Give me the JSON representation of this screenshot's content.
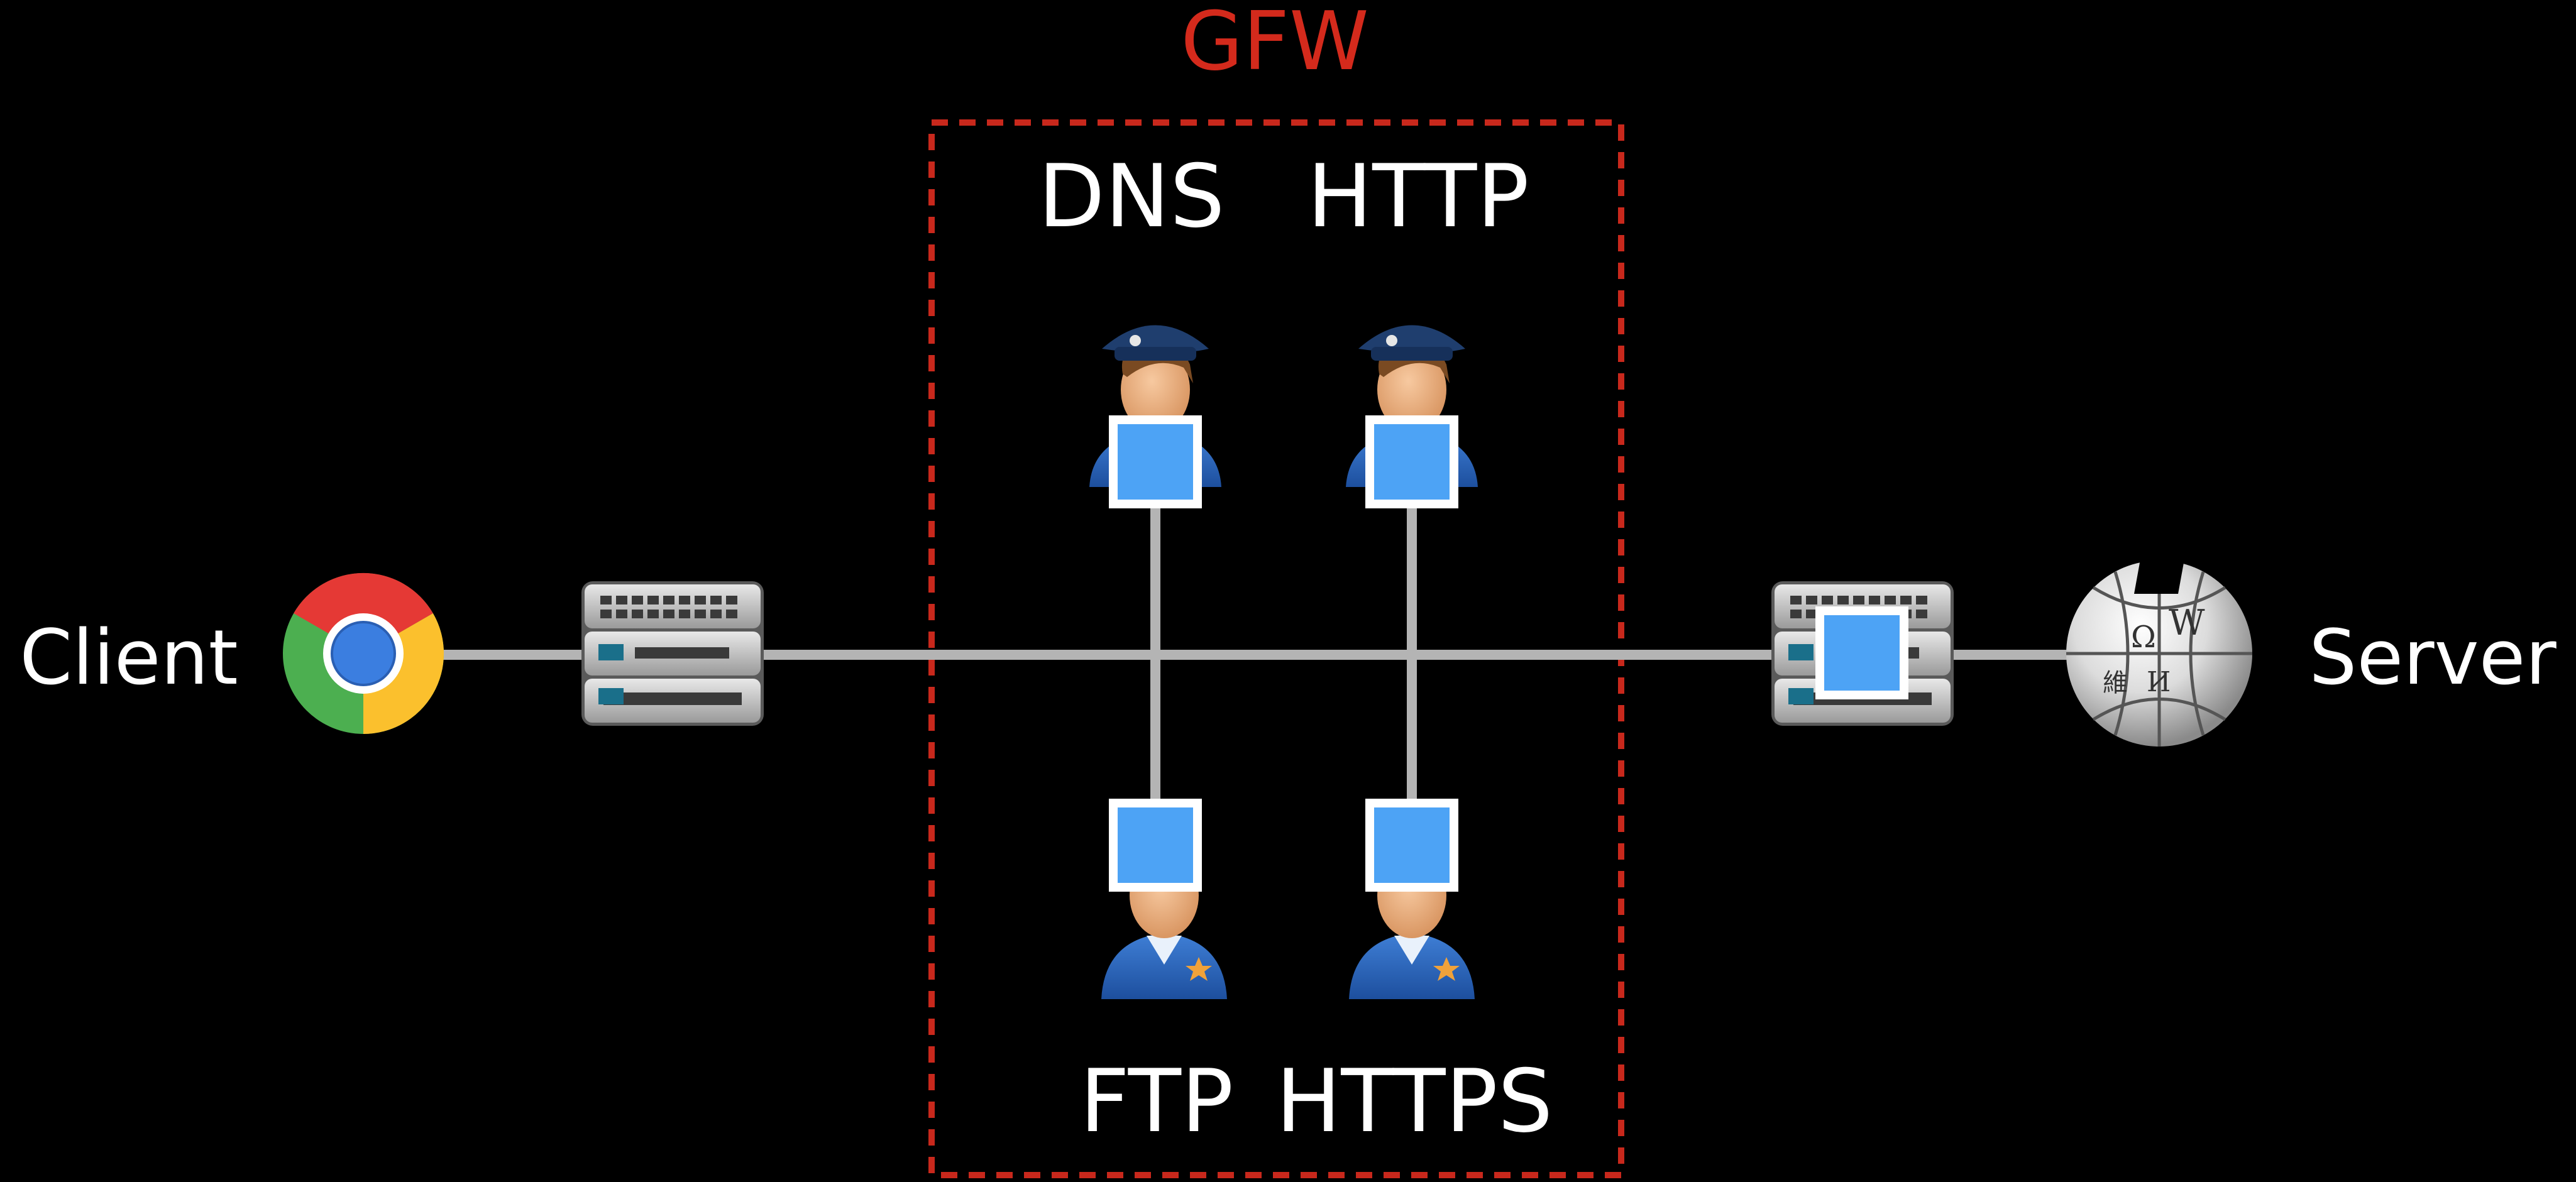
{
  "title": "GFW",
  "nodes": {
    "client_label": "Client",
    "server_label": "Server"
  },
  "inspectors": {
    "top_left_label": "DNS",
    "top_right_label": "HTTP",
    "bottom_left_label": "FTP",
    "bottom_right_label": "HTTPS"
  },
  "icons": {
    "client": "chrome-browser-icon",
    "left_switch": "network-switch-icon",
    "right_switch": "network-switch-icon",
    "server": "wikipedia-globe-icon",
    "inspector": "police-officer-icon"
  },
  "colors": {
    "background": "#000000",
    "title": "#d42a1c",
    "boundary": "#c8281c",
    "wire": "#b4b4b4",
    "tap": "#4da3f5",
    "tap_border": "#ffffff",
    "text": "#ffffff"
  }
}
